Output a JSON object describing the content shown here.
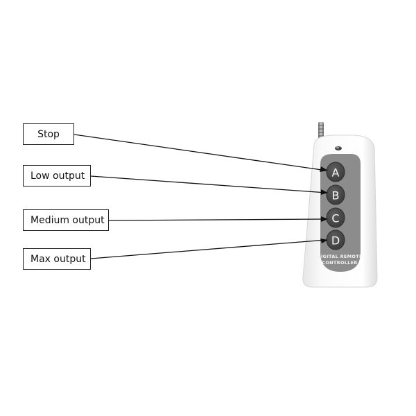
{
  "callouts": [
    {
      "id": "stop",
      "label": "Stop",
      "target": "A"
    },
    {
      "id": "low",
      "label": "Low output",
      "target": "B"
    },
    {
      "id": "medium",
      "label": "Medium output",
      "target": "C"
    },
    {
      "id": "max",
      "label": "Max output",
      "target": "D"
    }
  ],
  "remote": {
    "buttons": [
      "A",
      "B",
      "C",
      "D"
    ],
    "brand_line1": "DIGITAL REMOTE",
    "brand_line2": "CONTROLLER",
    "colors": {
      "body": "#f7f7f7",
      "panel": "#8a8a8a",
      "button": "#4a4a4a",
      "antenna": "#9a9a9a"
    }
  }
}
